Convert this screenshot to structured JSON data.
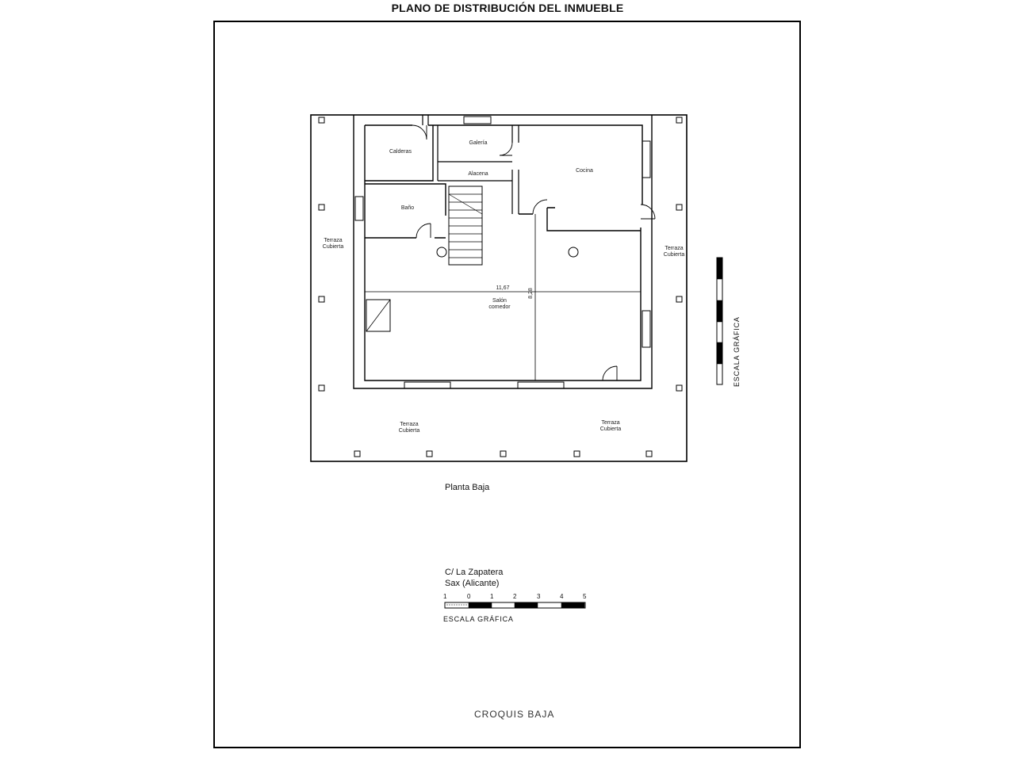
{
  "title": "PLANO DE DISTRIBUCIÓN DEL INMUEBLE",
  "rooms": {
    "calderas": "Calderas",
    "galeria": "Galería",
    "alacena": "Alacena",
    "cocina": "Cocina",
    "bano": "Baño",
    "salon_1": "Salón",
    "salon_2": "comedor",
    "terraza_1": "Terraza",
    "terraza_2": "Cubierta"
  },
  "dimensions": {
    "width": "11,67",
    "depth": "8,28"
  },
  "floor_label": "Planta Baja",
  "address": {
    "street": "C/ La Zapatera",
    "city": "Sax (Alicante)"
  },
  "scale": {
    "label": "ESCALA GRÁFICA",
    "ticks": [
      "1",
      "0",
      "1",
      "2",
      "3",
      "4",
      "5"
    ]
  },
  "footer": "CROQUIS BAJA"
}
